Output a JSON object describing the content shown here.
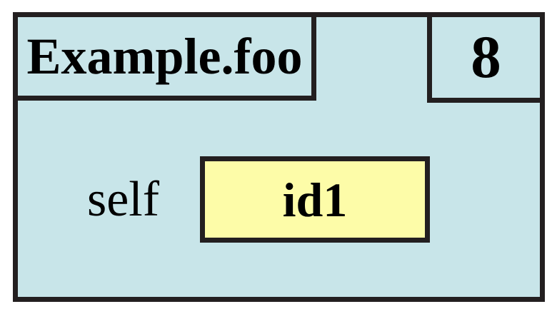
{
  "colors": {
    "page_background": "#ffffff",
    "frame_fill": "#c8e5e9",
    "value_box_fill": "#fdfca8",
    "border": "#231f20",
    "text": "#000000"
  },
  "frame": {
    "title": "Example.foo",
    "line_number": "8"
  },
  "variables": [
    {
      "name": "self",
      "value": "id1"
    }
  ]
}
